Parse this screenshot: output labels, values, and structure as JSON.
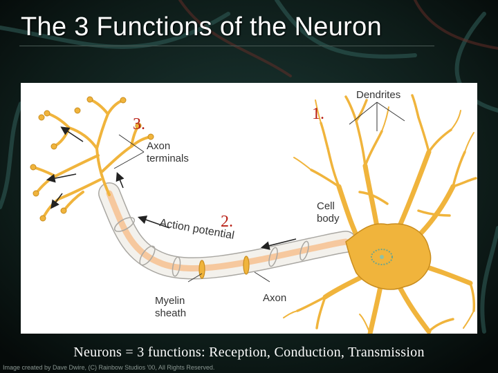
{
  "slide": {
    "title": "The 3 Functions of the Neuron",
    "caption": "Neurons = 3 functions: Reception, Conduction, Transmission",
    "credit": "Image created by Dave Dwire, (C) Rainbow Studios '00, All Rights Reserved."
  },
  "diagram": {
    "markers": {
      "one": "1.",
      "two": "2.",
      "three": "3."
    },
    "labels": {
      "dendrites": "Dendrites",
      "axon_terminals_1": "Axon",
      "axon_terminals_2": "terminals",
      "cell_body_1": "Cell",
      "cell_body_2": "body",
      "action_potential": "Action potential",
      "myelin_sheath_1": "Myelin",
      "myelin_sheath_2": "sheath",
      "axon": "Axon"
    }
  },
  "colors": {
    "neuron_fill": "#f0b43c",
    "neuron_outline": "#c88c1e",
    "marker_red": "#b81e14",
    "axon_core": "#f6c89e",
    "myelin": "#f3f1ec",
    "nucleus": "#6fa58a"
  }
}
